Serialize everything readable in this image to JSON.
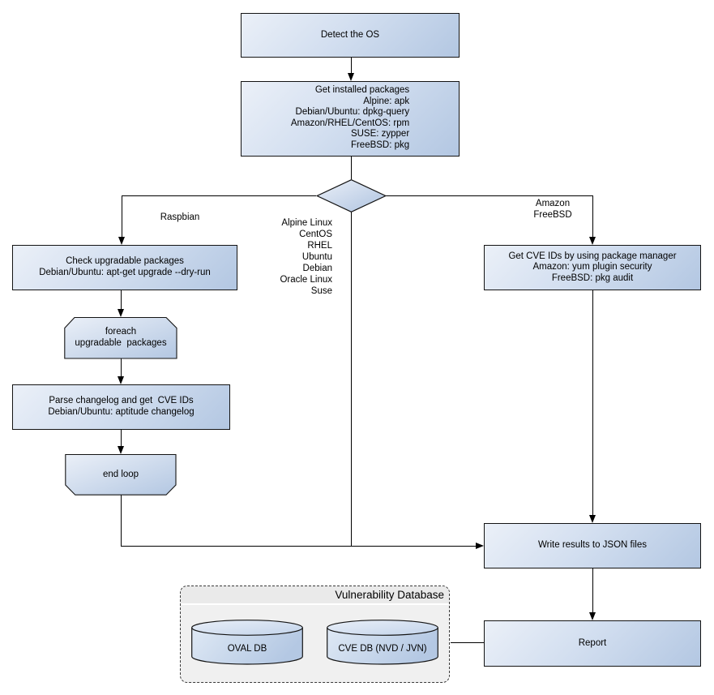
{
  "diagram": {
    "nodes": {
      "detect_os": {
        "label": "Detect the OS"
      },
      "get_installed_packages": {
        "label": "Get installed packages\nAlpine: apk\nDebian/Ubuntu: dpkg-query\nAmazon/RHEL/CentOS: rpm\nSUSE: zypper\nFreeBSD: pkg"
      },
      "check_upgradable": {
        "label": "Check upgradable packages\nDebian/Ubuntu: apt-get upgrade --dry-run"
      },
      "foreach_loop": {
        "label": "foreach\nupgradable  packages"
      },
      "parse_changelog": {
        "label": "Parse changelog and get  CVE IDs\nDebian/Ubuntu: aptitude changelog"
      },
      "end_loop": {
        "label": "end loop"
      },
      "get_cve_ids": {
        "label": "Get CVE IDs by using package manager\nAmazon: yum plugin security\nFreeBSD: pkg audit"
      },
      "write_results": {
        "label": "Write results to JSON files"
      },
      "report": {
        "label": "Report"
      }
    },
    "edge_labels": {
      "raspbian": "Raspbian",
      "os_list": "Alpine Linux\nCentOS\nRHEL\nUbuntu\nDebian\nOracle Linux\nSuse",
      "amazon_freebsd": "Amazon\nFreeBSD"
    },
    "database": {
      "title": "Vulnerability Database",
      "oval_db": "OVAL DB",
      "cve_db": "CVE DB (NVD / JVN)"
    },
    "colors": {
      "node_gradient_start": "#ebf0f8",
      "node_gradient_end": "#b3c7e2",
      "node_border": "#141414",
      "line": "#000000",
      "db_container_fill": "#f0f0f0",
      "background": "#ffffff"
    }
  }
}
